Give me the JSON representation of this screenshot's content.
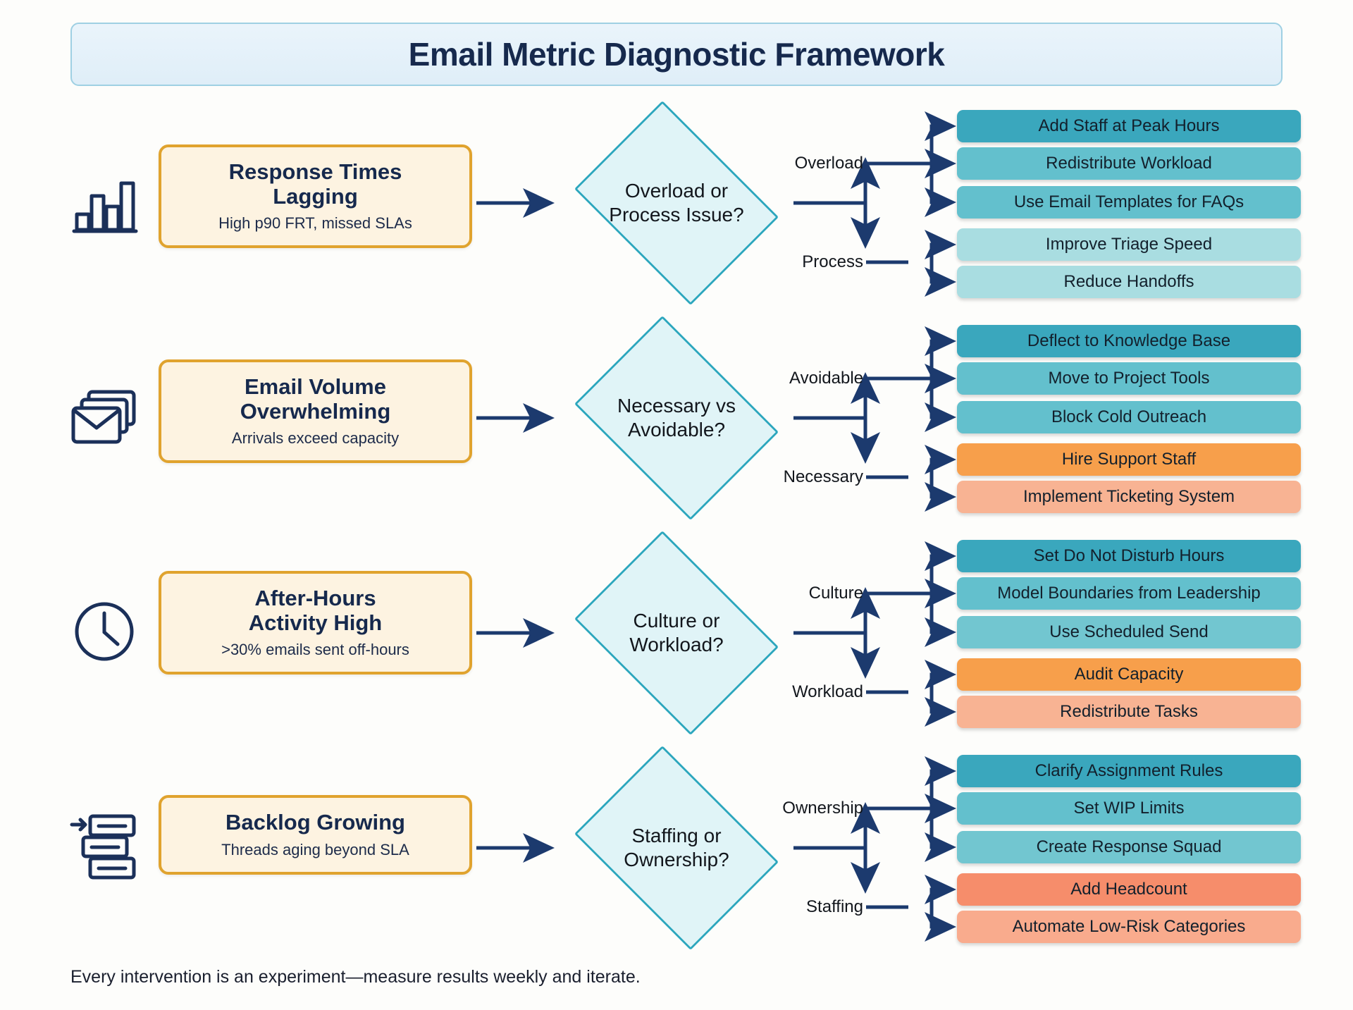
{
  "header": {
    "title": "Email Metric Diagnostic Framework"
  },
  "footer": {
    "note": "Every intervention is an experiment—measure results weekly and iterate."
  },
  "colors": {
    "banner_bg": "#e6f2fa",
    "banner_border": "#9fd0e3",
    "title_text": "#16294d",
    "card_bg": "#fdf3e1",
    "card_border": "#e0a32e",
    "diamond_bg": "#e0f4f7",
    "diamond_border": "#2ba6bd",
    "arrow": "#1c3a6e",
    "teal_dark": "#3aa7bd",
    "teal_mid": "#63c0cd",
    "teal_light": "#8ed0d8",
    "teal_pale": "#a9dde1",
    "orange_dark": "#f79f4b",
    "orange_light": "#f8b393",
    "salmon": "#f68d6b",
    "salmon_light": "#f9ab8d"
  },
  "rows": [
    {
      "icon": "bar-chart-icon",
      "problem": {
        "title": "Response Times\nLagging",
        "subtitle": "High p90 FRT, missed SLAs"
      },
      "decision": {
        "label": "Overload or\nProcess Issue?"
      },
      "branches": [
        {
          "label": "Overload",
          "actions": [
            {
              "text": "Add Staff at Peak Hours",
              "color": "#3aa7bd"
            },
            {
              "text": "Redistribute Workload",
              "color": "#63c0cd"
            },
            {
              "text": "Use Email Templates for FAQs",
              "color": "#63c0cd"
            }
          ]
        },
        {
          "label": "Process",
          "actions": [
            {
              "text": "Improve Triage Speed",
              "color": "#a9dde1"
            },
            {
              "text": "Reduce Handoffs",
              "color": "#a9dde1"
            }
          ]
        }
      ]
    },
    {
      "icon": "email-stack-icon",
      "problem": {
        "title": "Email Volume\nOverwhelming",
        "subtitle": "Arrivals exceed capacity"
      },
      "decision": {
        "label": "Necessary vs\nAvoidable?"
      },
      "branches": [
        {
          "label": "Avoidable",
          "actions": [
            {
              "text": "Deflect to Knowledge Base",
              "color": "#3aa7bd"
            },
            {
              "text": "Move to Project Tools",
              "color": "#63c0cd"
            },
            {
              "text": "Block Cold Outreach",
              "color": "#63c0cd"
            }
          ]
        },
        {
          "label": "Necessary",
          "actions": [
            {
              "text": "Hire Support Staff",
              "color": "#f79f4b"
            },
            {
              "text": "Implement Ticketing System",
              "color": "#f8b393"
            }
          ]
        }
      ]
    },
    {
      "icon": "clock-icon",
      "problem": {
        "title": "After-Hours\nActivity High",
        "subtitle": ">30% emails sent off-hours"
      },
      "decision": {
        "label": "Culture or\nWorkload?"
      },
      "branches": [
        {
          "label": "Culture",
          "actions": [
            {
              "text": "Set Do Not Disturb Hours",
              "color": "#3aa7bd"
            },
            {
              "text": "Model Boundaries from Leadership",
              "color": "#63c0cd"
            },
            {
              "text": "Use Scheduled Send",
              "color": "#72c6d0"
            }
          ]
        },
        {
          "label": "Workload",
          "actions": [
            {
              "text": "Audit Capacity",
              "color": "#f79f4b"
            },
            {
              "text": "Redistribute Tasks",
              "color": "#f8b393"
            }
          ]
        }
      ]
    },
    {
      "icon": "backlog-icon",
      "problem": {
        "title": "Backlog Growing",
        "subtitle": "Threads aging beyond SLA"
      },
      "decision": {
        "label": "Staffing or\nOwnership?"
      },
      "branches": [
        {
          "label": "Ownership",
          "actions": [
            {
              "text": "Clarify Assignment Rules",
              "color": "#3aa7bd"
            },
            {
              "text": "Set WIP Limits",
              "color": "#63c0cd"
            },
            {
              "text": "Create Response Squad",
              "color": "#72c6d0"
            }
          ]
        },
        {
          "label": "Staffing",
          "actions": [
            {
              "text": "Add Headcount",
              "color": "#f68d6b"
            },
            {
              "text": "Automate Low-Risk Categories",
              "color": "#f9ab8d"
            }
          ]
        }
      ]
    }
  ]
}
